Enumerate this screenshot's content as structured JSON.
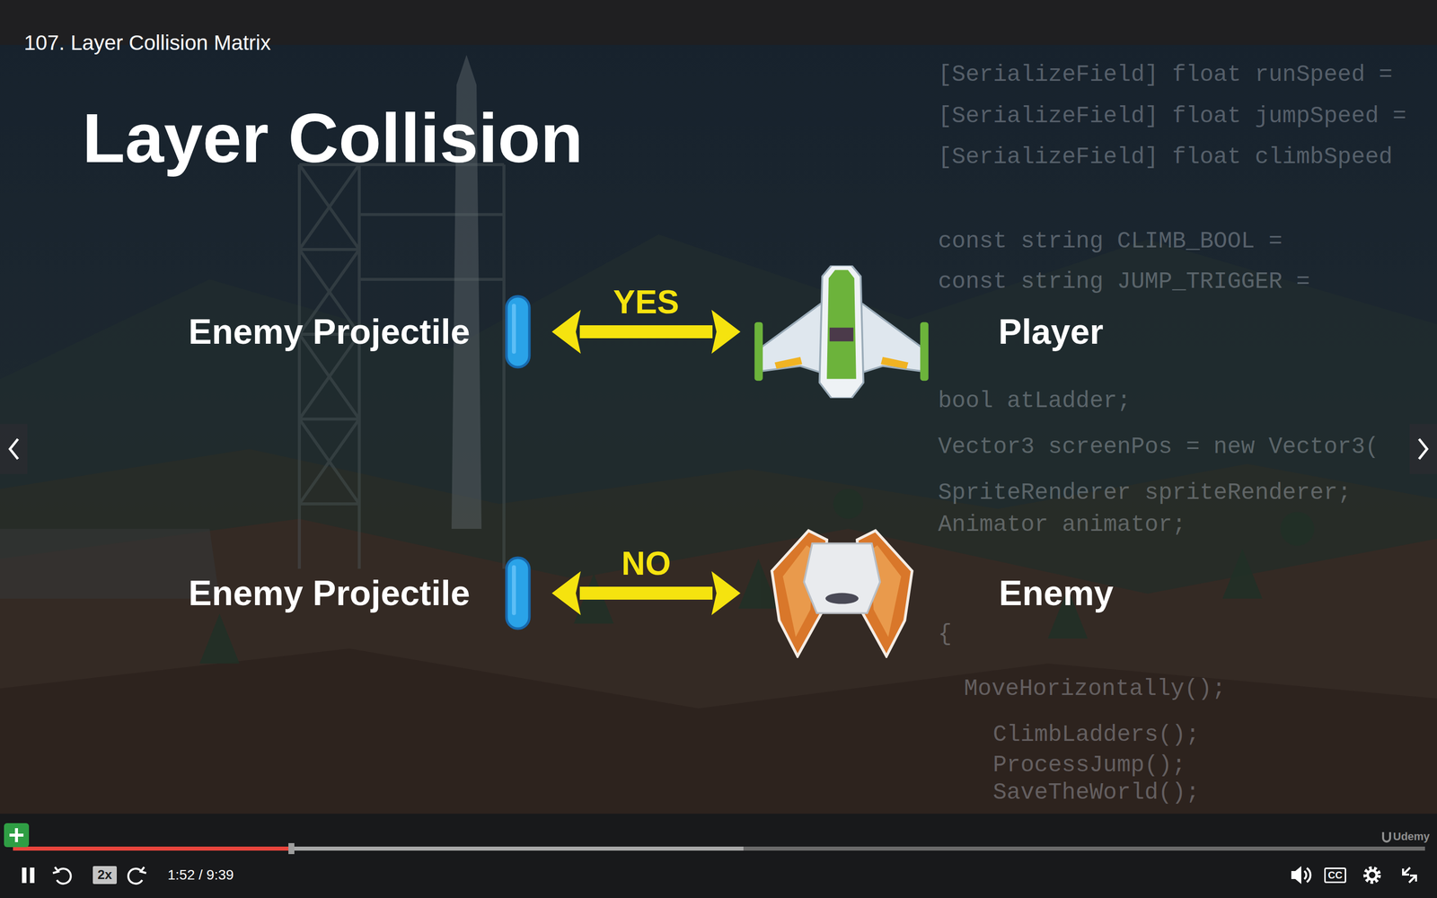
{
  "diagram": {
    "title": "Layer Collision",
    "nodes": [
      {
        "text": [
          "Enemy Projectile"
        ]
      },
      {
        "text": [
          "Player"
        ]
      },
      {
        "text": [
          "Enemy Projectile"
        ]
      },
      {
        "text": [
          "Enemy"
        ]
      }
    ],
    "edges": [
      {
        "from": 0,
        "to": 1,
        "label": "YES",
        "arrow": "both"
      },
      {
        "from": 2,
        "to": 3,
        "label": "NO",
        "arrow": "both"
      }
    ],
    "labels": [
      "107. Layer Collision Matrix",
      "[SerializeField] float runSpeed =",
      "[SerializeField] float jumpSpeed =",
      "[SerializeField] float climbSpeed",
      "const string CLIMB_BOOL =",
      "const string JUMP_TRIGGER =",
      "bool atLadder;",
      "Vector3 screenPos = new Vector3(",
      "SpriteRenderer spriteRenderer;",
      "Animator animator;",
      "{",
      "MoveHorizontally();",
      "ClimbLadders();",
      "ProcessJump();",
      "SaveTheWorld();",
      "2x",
      "1:52 / 9:39",
      "CC",
      "Udemy"
    ]
  }
}
